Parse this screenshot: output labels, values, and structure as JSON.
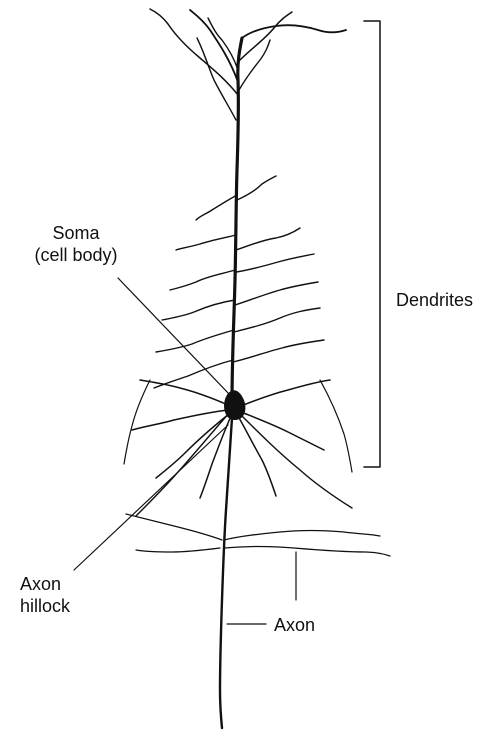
{
  "diagram": {
    "labels": {
      "soma_line1": "Soma",
      "soma_line2": "(cell body)",
      "dendrites": "Dendrites",
      "axon_hillock_line1": "Axon",
      "axon_hillock_line2": "hillock",
      "axon": "Axon"
    },
    "colors": {
      "ink": "#111111",
      "background": "#ffffff"
    }
  }
}
